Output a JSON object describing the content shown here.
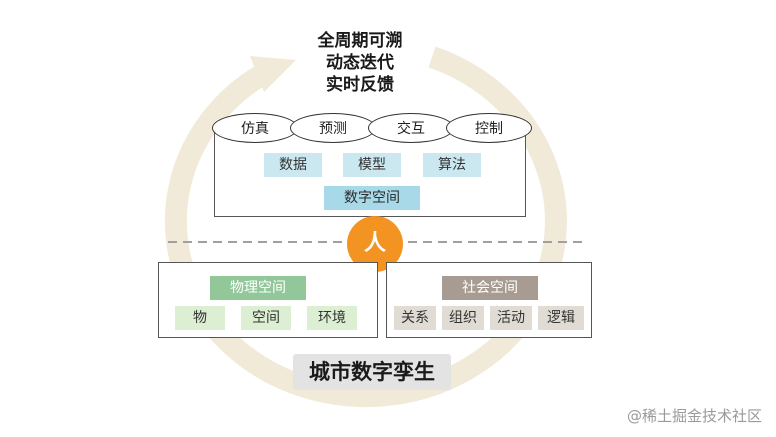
{
  "tagline": [
    "全周期可溯",
    "动态迭代",
    "实时反馈"
  ],
  "digital_space": {
    "ovals": [
      "仿真",
      "预测",
      "交互",
      "控制"
    ],
    "chips": [
      "数据",
      "模型",
      "算法"
    ],
    "title": "数字空间"
  },
  "person": "人",
  "physical_space": {
    "title": "物理空间",
    "items": [
      "物",
      "空间",
      "环境"
    ]
  },
  "social_space": {
    "title": "社会空间",
    "items": [
      "关系",
      "组织",
      "活动",
      "逻辑"
    ]
  },
  "main_title": "城市数字孪生",
  "watermark": "@稀土掘金技术社区",
  "colors": {
    "ring": "#f2ead8",
    "person": "#f39322",
    "digital": "#a7d9e8",
    "physical": "#92c79a",
    "social": "#a89c92"
  }
}
